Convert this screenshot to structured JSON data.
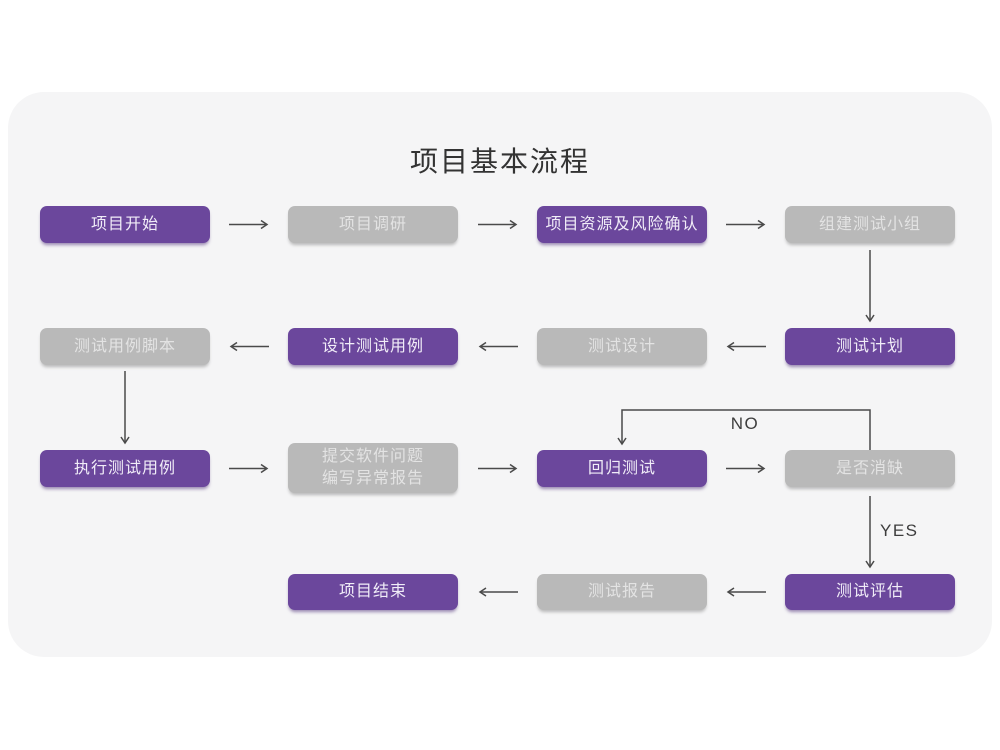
{
  "title": "项目基本流程",
  "colors": {
    "accent_purple": "#6B479C",
    "node_gray": "#B9B9B9",
    "card_background": "#F5F5F6",
    "arrow": "#4A4A4A",
    "page_background": "#FFFFFF"
  },
  "flow": {
    "nodes": [
      {
        "id": "project-start",
        "label": "项目开始",
        "variant": "purple"
      },
      {
        "id": "project-research",
        "label": "项目调研",
        "variant": "gray"
      },
      {
        "id": "resources-risk-confirm",
        "label": "项目资源及风险确认",
        "variant": "purple"
      },
      {
        "id": "build-test-team",
        "label": "组建测试小组",
        "variant": "gray"
      },
      {
        "id": "test-plan",
        "label": "测试计划",
        "variant": "purple"
      },
      {
        "id": "test-design",
        "label": "测试设计",
        "variant": "gray"
      },
      {
        "id": "design-test-cases",
        "label": "设计测试用例",
        "variant": "purple"
      },
      {
        "id": "test-case-script",
        "label": "测试用例脚本",
        "variant": "gray"
      },
      {
        "id": "execute-test-cases",
        "label": "执行测试用例",
        "variant": "purple"
      },
      {
        "id": "submit-issue-report",
        "label": "提交软件问题\n编写异常报告",
        "variant": "gray"
      },
      {
        "id": "regression-test",
        "label": "回归测试",
        "variant": "purple"
      },
      {
        "id": "defect-cleared",
        "label": "是否消缺",
        "variant": "gray"
      },
      {
        "id": "test-evaluation",
        "label": "测试评估",
        "variant": "purple"
      },
      {
        "id": "test-report",
        "label": "测试报告",
        "variant": "gray"
      },
      {
        "id": "project-end",
        "label": "项目结束",
        "variant": "purple"
      }
    ],
    "edge_labels": {
      "no": "NO",
      "yes": "YES"
    }
  }
}
